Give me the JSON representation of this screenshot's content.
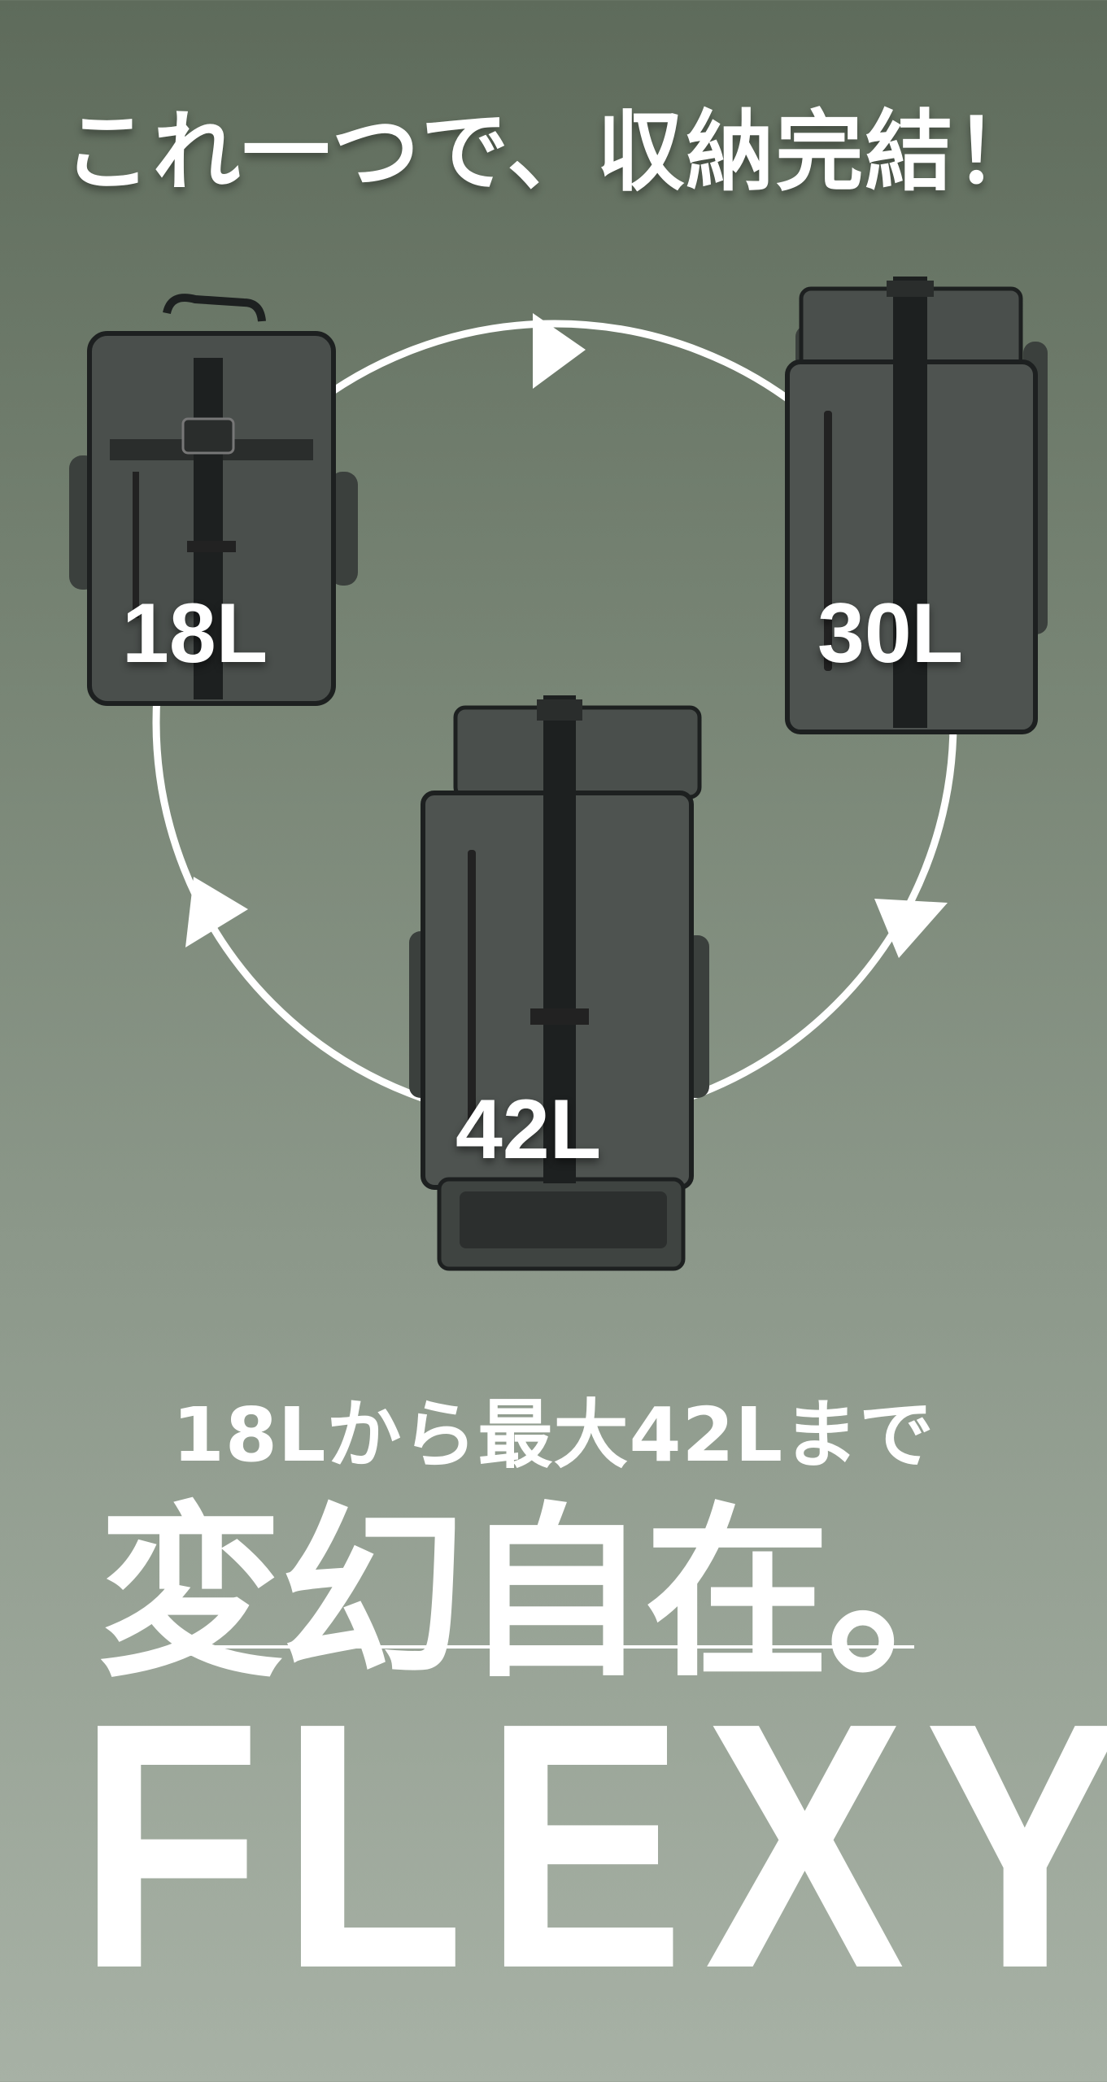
{
  "headline": "これ一つで、収納完結！",
  "bags": [
    {
      "label": "18L"
    },
    {
      "label": "30L"
    },
    {
      "label": "42L"
    }
  ],
  "subheading": "18Lから最大42Lまで",
  "main_title": "変幻自在。",
  "brand": "FLEXY",
  "colors": {
    "background_top": "#5e6b5b",
    "background_bottom": "#a7b1a5",
    "bag": "#4a4f4c",
    "bag_dark": "#1d2020",
    "text": "#ffffff"
  }
}
